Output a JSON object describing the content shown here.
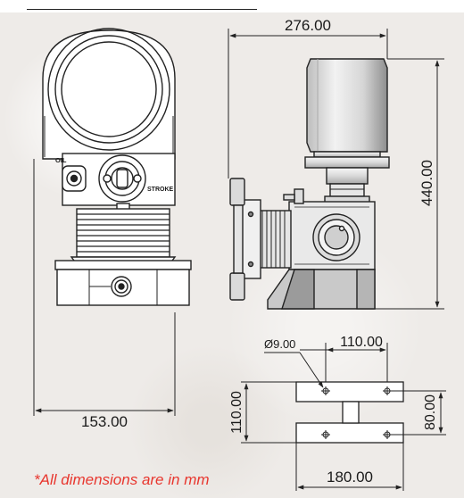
{
  "dimensions": {
    "overall_width": "276.00",
    "overall_height": "440.00",
    "front_width": "153.00",
    "hole_diameter": "Ø9.00",
    "hole_spacing_x": "110.00",
    "mount_spacing_y": "110.00",
    "foot_spacing_y": "80.00",
    "base_width": "180.00"
  },
  "front_labels": {
    "oil": "OIL",
    "stroke": "STROKE"
  },
  "footnote": "*All dimensions are in mm",
  "colors": {
    "background": "#eeebe8",
    "line": "#222222",
    "footnote": "#e8362e"
  }
}
